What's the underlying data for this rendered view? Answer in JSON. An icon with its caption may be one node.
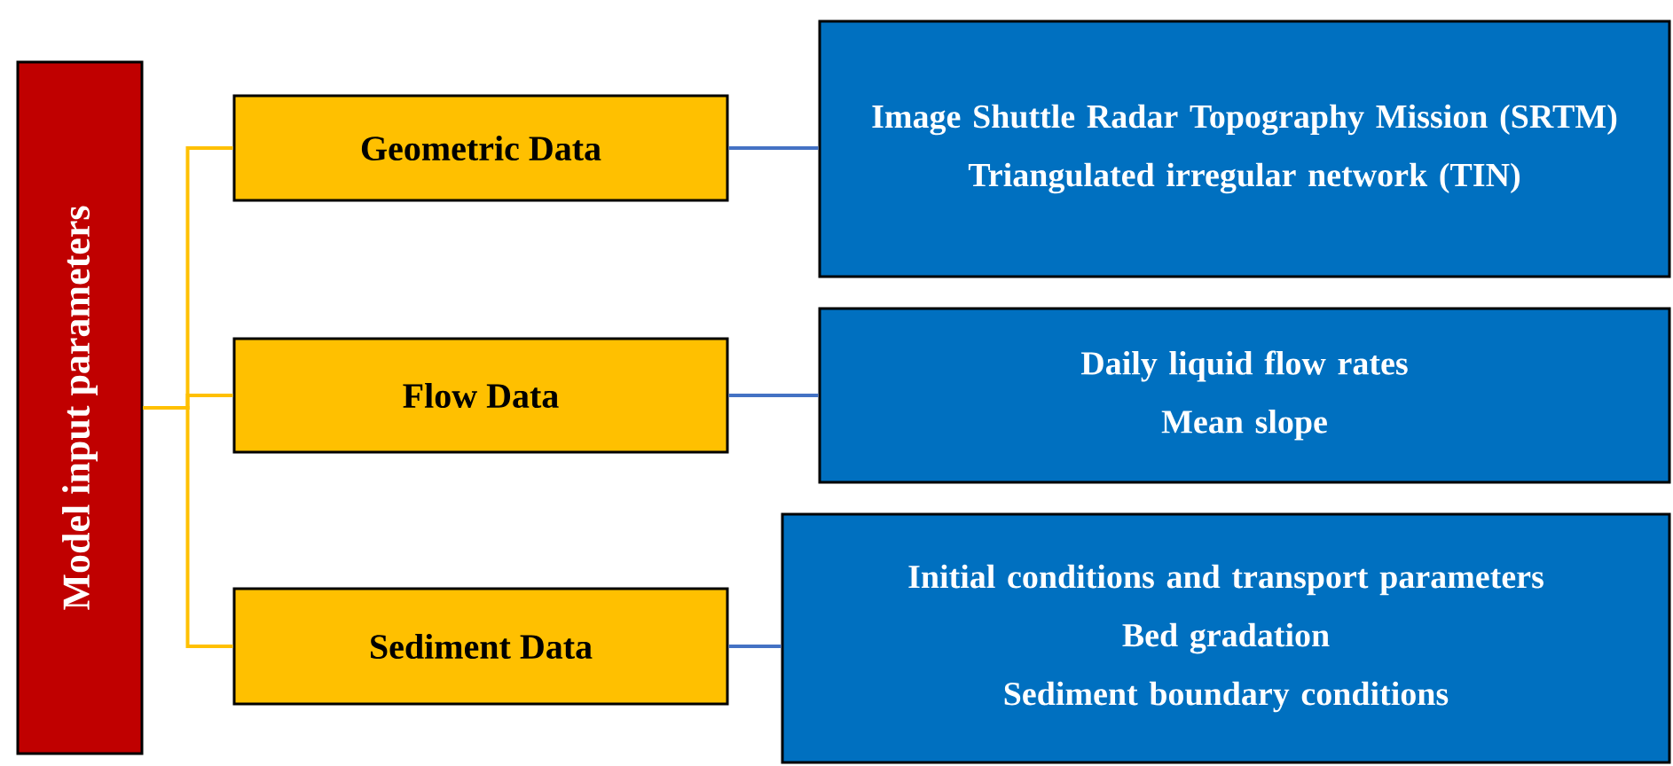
{
  "diagram": {
    "nodes": [
      {
        "text": [
          "Model input parameters"
        ]
      },
      {
        "text": [
          "Geometric Data"
        ]
      },
      {
        "text": [
          "Flow Data"
        ]
      },
      {
        "text": [
          "Sediment Data"
        ]
      },
      {
        "text": [
          "Image Shuttle Radar Topography Mission (SRTM)",
          "Triangulated irregular network (TIN)"
        ]
      },
      {
        "text": [
          "Daily liquid flow rates",
          "Mean slope"
        ]
      },
      {
        "text": [
          "Initial conditions and transport parameters",
          "Bed gradation",
          "Sediment boundary conditions"
        ]
      }
    ],
    "edges": [
      {
        "from": 0,
        "to": 1,
        "arrow": "none",
        "color": "#ffc000"
      },
      {
        "from": 0,
        "to": 2,
        "arrow": "none",
        "color": "#ffc000"
      },
      {
        "from": 0,
        "to": 3,
        "arrow": "none",
        "color": "#ffc000"
      },
      {
        "from": 1,
        "to": 4,
        "arrow": "none",
        "color": "#4472c4"
      },
      {
        "from": 2,
        "to": 5,
        "arrow": "none",
        "color": "#4472c4"
      },
      {
        "from": 3,
        "to": 6,
        "arrow": "none",
        "color": "#4472c4"
      }
    ]
  }
}
